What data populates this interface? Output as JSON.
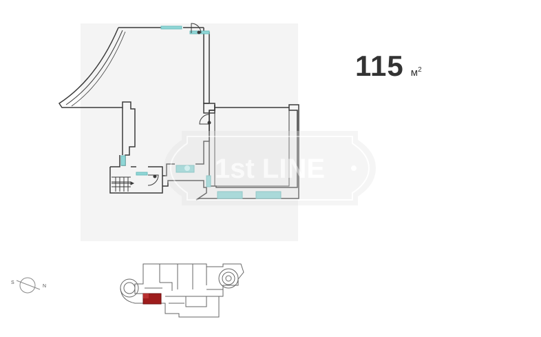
{
  "area": {
    "value": "115",
    "unit": "м",
    "unit_power": "2"
  },
  "watermark": {
    "text": "1st LINE"
  },
  "compass": {
    "south": "S",
    "north": "N"
  },
  "colors": {
    "wall": "#3a3a3a",
    "window": "#8fd6d6",
    "watermark": "#9e9e9e",
    "highlight": "#9e1c1c",
    "shade": "#ededed"
  }
}
